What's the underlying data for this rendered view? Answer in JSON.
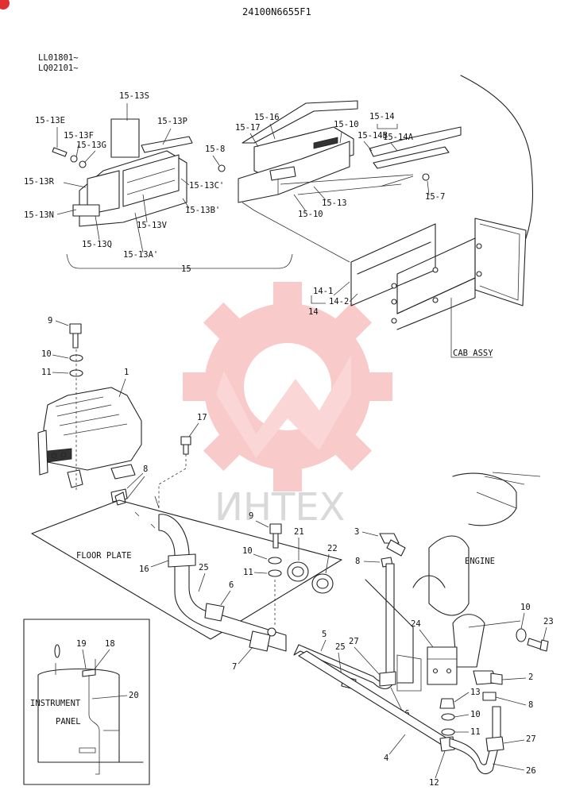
{
  "header": {
    "part_number": "24100N6655F1",
    "serial_ranges": [
      "LL01801~",
      "LQ02101~"
    ]
  },
  "watermark": {
    "text": "ИНТЕХ",
    "color": "#f5a0a0",
    "icon": "gear-logo-icon"
  },
  "assemblies": {
    "cab_assy": "CAB ASSY",
    "engine": "ENGINE",
    "floor_plate": "FLOOR PLATE",
    "instrument": "INSTRUMENT",
    "panel": "PANEL"
  },
  "labels": {
    "l15_13s": "15-13S",
    "l15_13e": "15-13E",
    "l15_13f": "15-13F",
    "l15_13g": "15-13G",
    "l15_13p": "15-13P",
    "l15_13r": "15-13R",
    "l15_13n": "15-13N",
    "l15_13q": "15-13Q",
    "l15_13a": "15-13A'",
    "l15_13v": "15-13V",
    "l15_13c": "15-13C'",
    "l15_13b": "15-13B'",
    "l15_8": "15-8",
    "l15_16": "15-16",
    "l15_17": "15-17",
    "l15_10a": "15-10",
    "l15_10b": "15-10",
    "l15_14": "15-14",
    "l15_14b": "15-14B",
    "l15_14a": "15-14A",
    "l15_7": "15-7",
    "l15_13": "15-13",
    "l15": "15",
    "l14_1": "14-1",
    "l14_2": "14-2",
    "l14": "14",
    "l9a": "9",
    "l10a": "10",
    "l11a": "11",
    "l1": "1",
    "l17": "17",
    "l8a": "8",
    "l9b": "9",
    "l21": "21",
    "l22": "22",
    "l10b": "10",
    "l11b": "11",
    "l16": "16",
    "l25a": "25",
    "l6": "6",
    "l7": "7",
    "l3": "3",
    "l8b": "8",
    "l5": "5",
    "l25b": "25",
    "l27a": "27",
    "l26a": "26",
    "l24": "24",
    "l10c": "10",
    "l23": "23",
    "l2": "2",
    "l8c": "8",
    "l13": "13",
    "l10d": "10",
    "l11c": "11",
    "l4": "4",
    "l12": "12",
    "l27b": "27",
    "l26b": "26",
    "l19": "19",
    "l18": "18",
    "l20": "20"
  }
}
